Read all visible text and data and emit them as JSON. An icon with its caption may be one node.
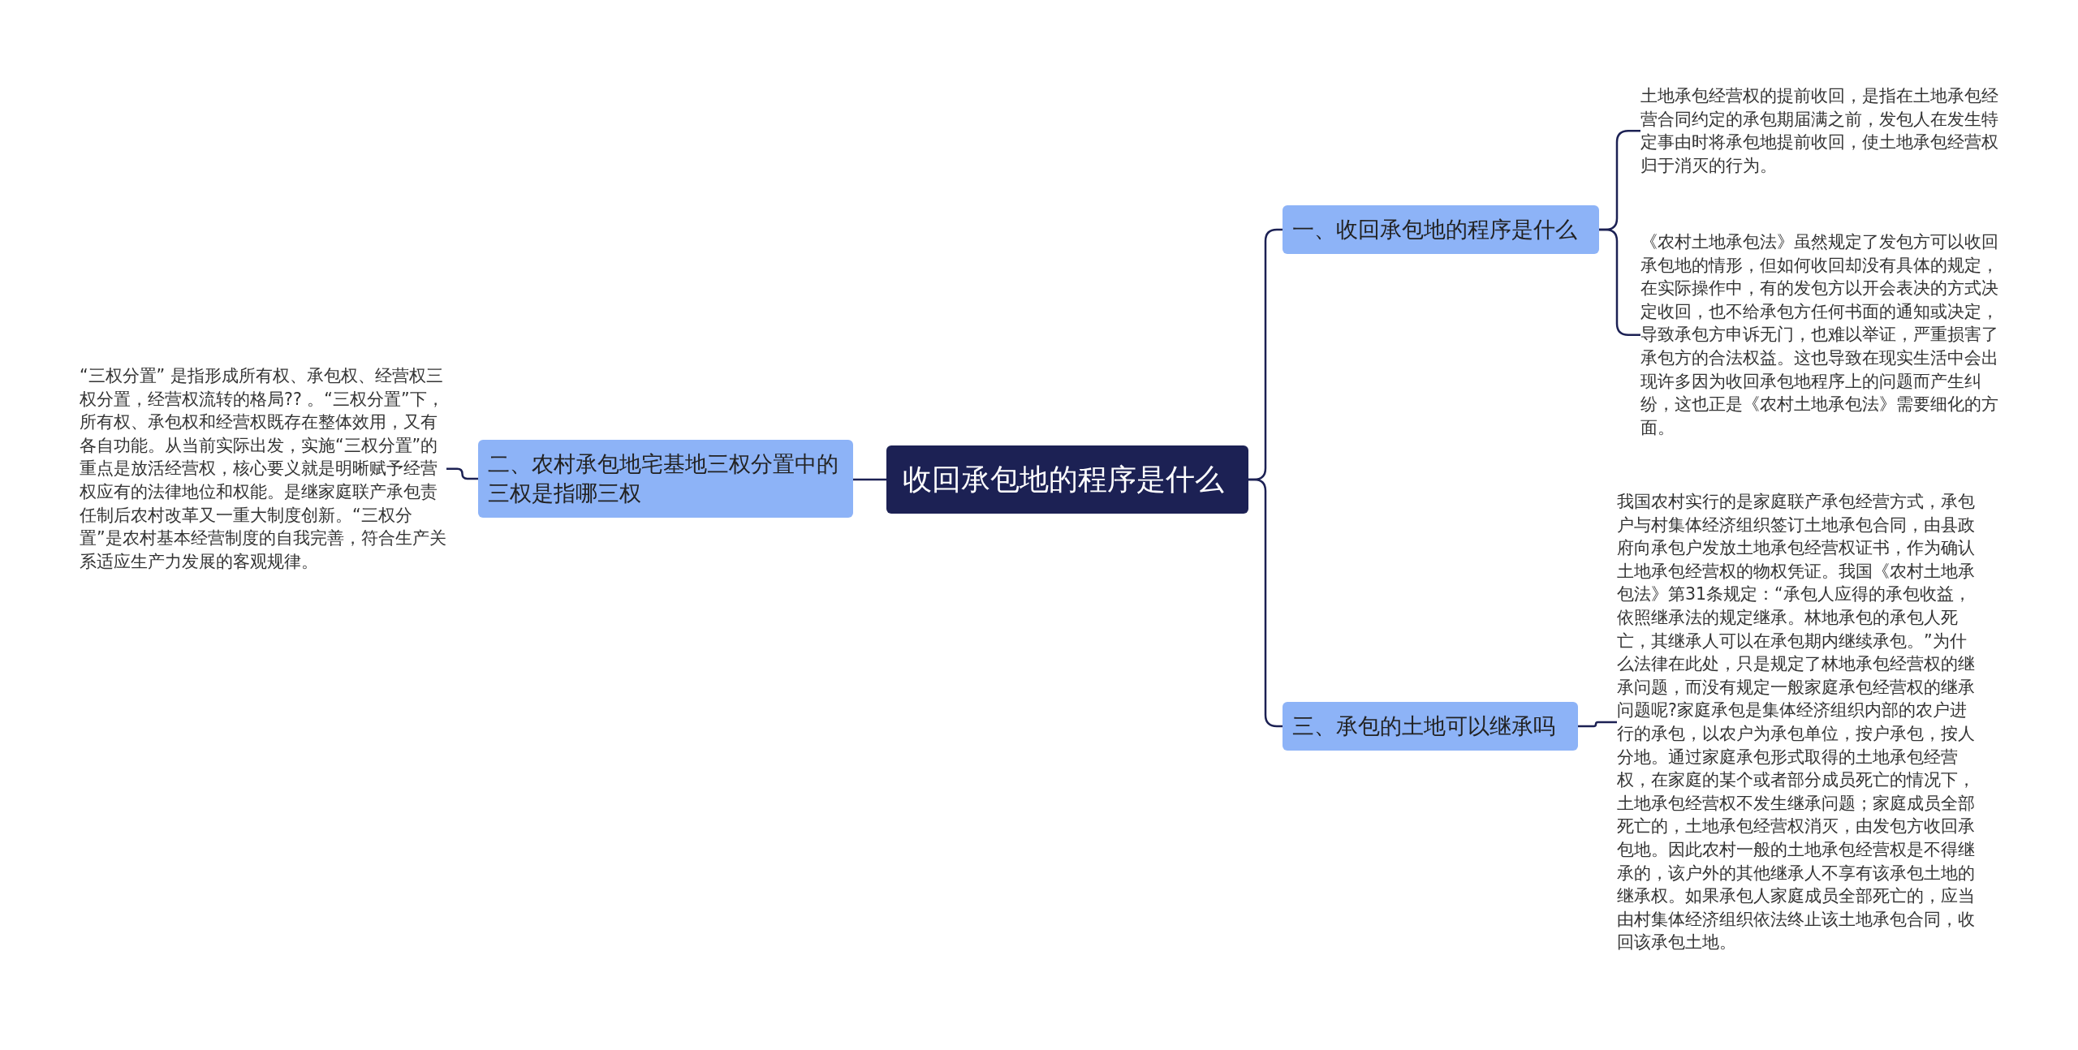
{
  "diagram": {
    "nodes": [
      {
        "text": [
          "收回承包地的程序是什么"
        ]
      },
      {
        "text": [
          "一、收回承包地的程序是什么"
        ]
      },
      {
        "text": [
          "土地承包经营权的提前收回，是指在土地承包经营合同约定的承包期届满之前，发包人在发生特定事由时将承包地提前收回，使土地承包经营权归于消灭的行为。"
        ]
      },
      {
        "text": [
          "《农村土地承包法》虽然规定了发包方可以收回承包地的情形，但如何收回却没有具体的规定，在实际操作中，有的发包方以开会表决的方式决定收回，也不给承包方任何书面的通知或决定，导致承包方申诉无门，也难以举证，严重损害了承包方的合法权益。这也导致在现实生活中会出现许多因为收回承包地程序上的问题而产生纠纷，这也正是《农村土地承包法》需要细化的方面。"
        ]
      },
      {
        "text": [
          "二、农村承包地宅基地三权分置中的三权是指哪三权"
        ]
      },
      {
        "text": [
          "“三权分置” 是指形成所有权、承包权、经营权三权分置，经营权流转的格局?? 。“三权分置”下，所有权、承包权和经营权既存在整体效用，又有各自功能。从当前实际出发，实施“三权分置”的重点是放活经营权，核心要义就是明晰赋予经营权应有的法律地位和权能。是继家庭联产承包责任制后农村改革又一重大制度创新。“三权分置”是农村基本经营制度的自我完善，符合生产关系适应生产力发展的客观规律。"
        ]
      },
      {
        "text": [
          "三、承包的土地可以继承吗"
        ]
      },
      {
        "text": [
          "我国农村实行的是家庭联产承包经营方式，承包户与村集体经济组织签订土地承包合同，由县政府向承包户发放土地承包经营权证书，作为确认土地承包经营权的物权凭证。我国《农村土地承包法》第31条规定：“承包人应得的承包收益，依照继承法的规定继承。林地承包的承包人死亡，其继承人可以在承包期内继续承包。”为什么法律在此处，只是规定了林地承包经营权的继承问题，而没有规定一般家庭承包经营权的继承问题呢?家庭承包是集体经济组织内部的农户进行的承包，以农户为承包单位，按户承包，按人分地。通过家庭承包形式取得的土地承包经营权，在家庭的某个或者部分成员死亡的情况下，土地承包经营权不发生继承问题；家庭成员全部死亡的，土地承包经营权消灭，由发包方收回承包地。因此农村一般的土地承包经营权是不得继承的，该户外的其他继承人不享有该承包土地的继承权。如果承包人家庭成员全部死亡的，应当由村集体经济组织依法终止该土地承包合同，收回该承包土地。"
        ]
      }
    ],
    "edges": [
      {
        "from": 0,
        "to": 1,
        "arrow": "none"
      },
      {
        "from": 1,
        "to": 2,
        "arrow": "none"
      },
      {
        "from": 1,
        "to": 3,
        "arrow": "none"
      },
      {
        "from": 0,
        "to": 4,
        "arrow": "none"
      },
      {
        "from": 4,
        "to": 5,
        "arrow": "none"
      },
      {
        "from": 0,
        "to": 6,
        "arrow": "none"
      },
      {
        "from": 6,
        "to": 7,
        "arrow": "none"
      }
    ]
  }
}
